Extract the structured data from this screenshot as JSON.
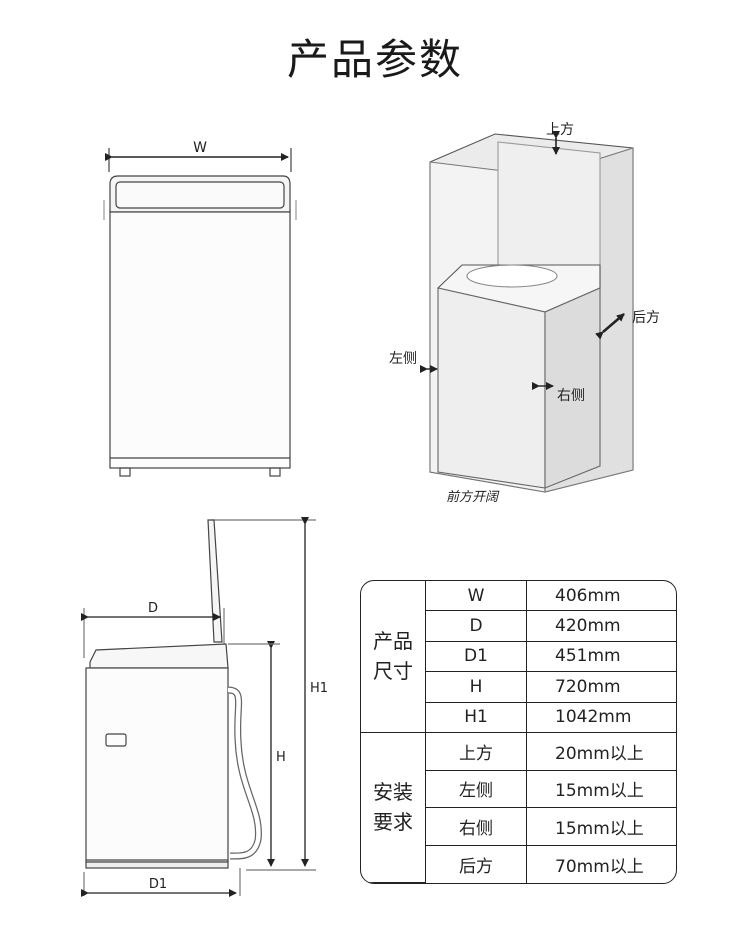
{
  "title": "产品参数",
  "front_view": {
    "w_label": "W"
  },
  "clearance_view": {
    "top": "上方",
    "back": "后方",
    "left": "左侧",
    "right": "右侧",
    "front": "前方开阔"
  },
  "side_view": {
    "d_label": "D",
    "d1_label": "D1",
    "h_label": "H",
    "h1_label": "H1"
  },
  "spec_table": {
    "groups": [
      {
        "name": "产品\n尺寸",
        "rows": [
          {
            "key": "W",
            "value": "406mm"
          },
          {
            "key": "D",
            "value": "420mm"
          },
          {
            "key": "D1",
            "value": "451mm"
          },
          {
            "key": "H",
            "value": "720mm"
          },
          {
            "key": "H1",
            "value": "1042mm"
          }
        ]
      },
      {
        "name": "安装\n要求",
        "rows": [
          {
            "key": "上方",
            "value": "20mm以上"
          },
          {
            "key": "左侧",
            "value": "15mm以上"
          },
          {
            "key": "右侧",
            "value": "15mm以上"
          },
          {
            "key": "后方",
            "value": "70mm以上"
          }
        ]
      }
    ]
  },
  "colors": {
    "line": "#555555",
    "shade": "#e6e6e6",
    "text": "#222222"
  }
}
